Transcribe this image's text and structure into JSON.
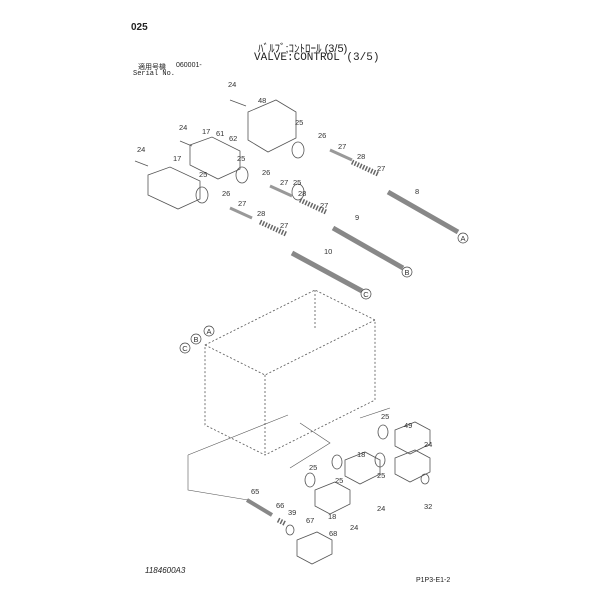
{
  "header": {
    "page_number": "025",
    "title_jp": "ﾊﾞﾙﾌﾞ;ｺﾝﾄﾛｰﾙ (3/5)",
    "title_en": "VALVE:CONTROL (3/5)",
    "serial_label_jp": "適用号機",
    "serial_value": "060001-",
    "serial_label_en": "Serial No."
  },
  "footer": {
    "drawing_number": "1184600A3",
    "page_code": "P1P3-E1-2"
  },
  "callouts": [
    "24",
    "48",
    "24",
    "17",
    "61",
    "62",
    "25",
    "24",
    "17",
    "25",
    "25",
    "26",
    "27",
    "28",
    "27",
    "8",
    "26",
    "27",
    "25",
    "28",
    "27",
    "26",
    "27",
    "28",
    "27",
    "9",
    "10",
    "25",
    "49",
    "24",
    "18",
    "25",
    "25",
    "25",
    "24",
    "32",
    "65",
    "18",
    "24",
    "66",
    "39",
    "67",
    "68"
  ],
  "reference_marks": [
    "A",
    "B",
    "C",
    "A",
    "B",
    "C"
  ]
}
